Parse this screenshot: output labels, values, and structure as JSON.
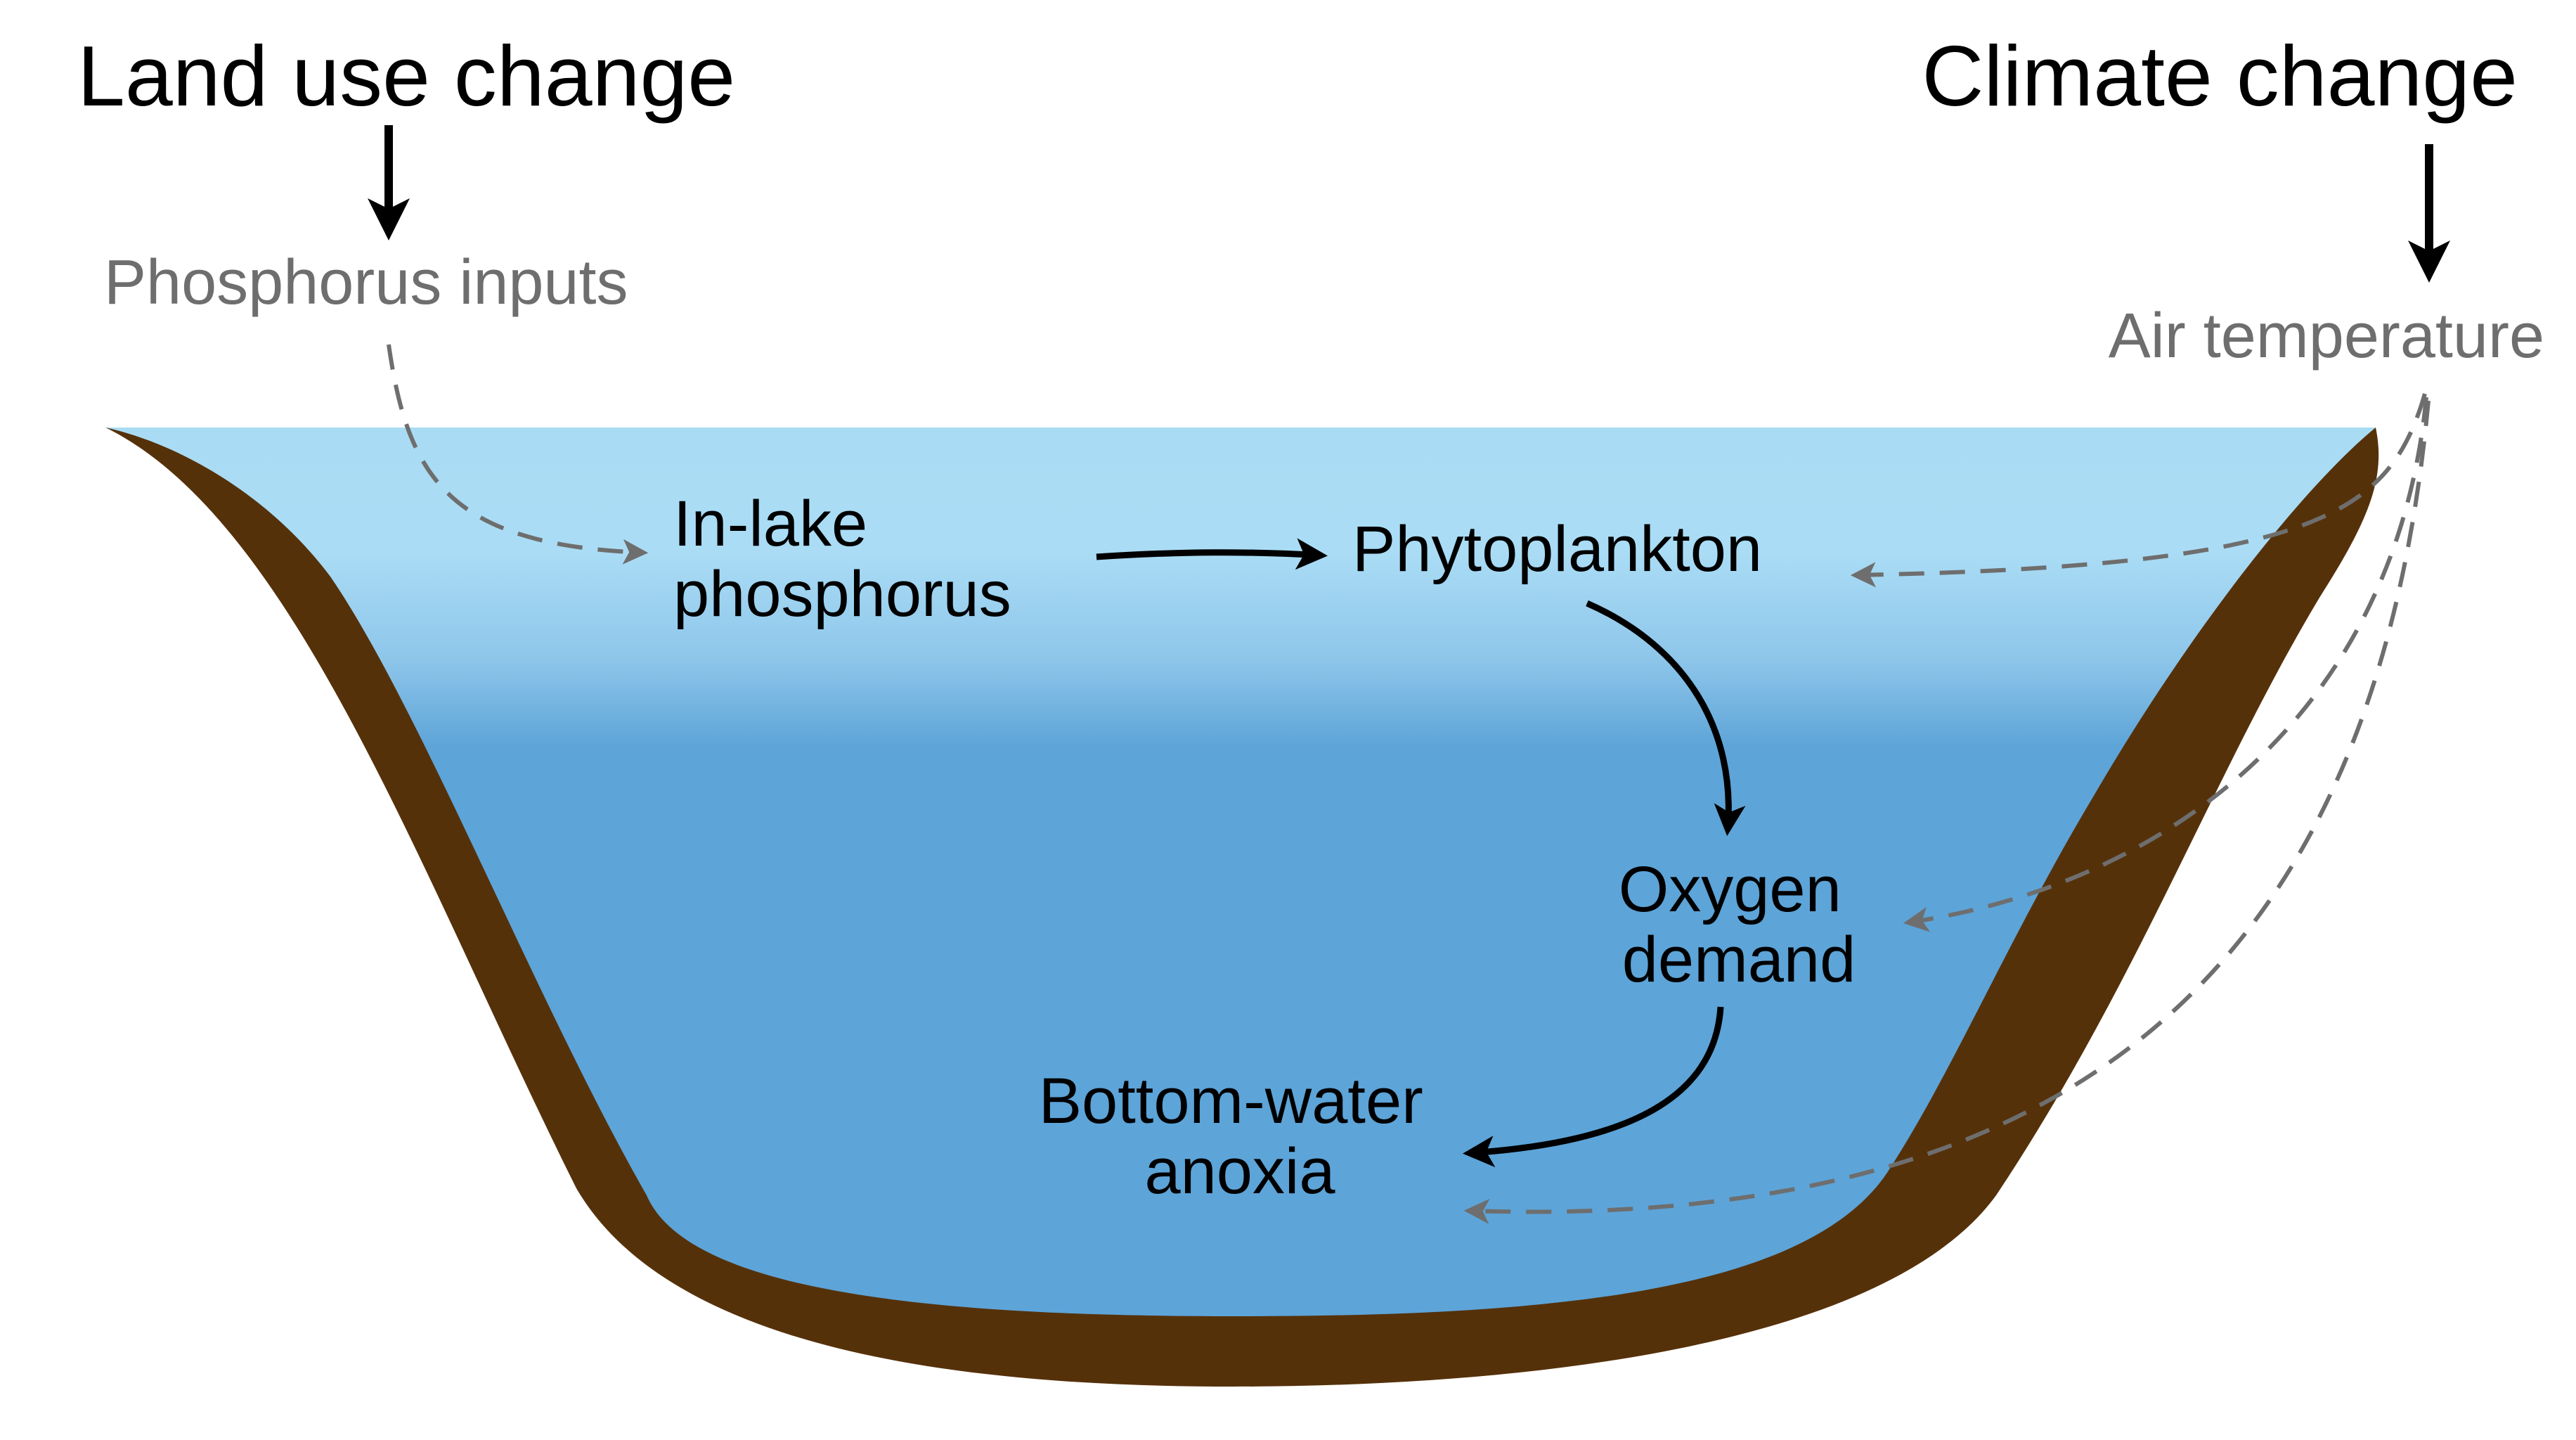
{
  "drivers": {
    "land_use": "Land use change",
    "climate": "Climate change"
  },
  "factors": {
    "phosphorus_inputs": "Phosphorus inputs",
    "air_temperature": "Air temperature"
  },
  "nodes": {
    "in_lake_phosphorus": [
      "In-lake",
      "phosphorus"
    ],
    "phytoplankton": [
      "Phytoplankton"
    ],
    "oxygen_demand": [
      "Oxygen",
      "demand"
    ],
    "bottom_water_anoxia": [
      "Bottom-water",
      "anoxia"
    ]
  },
  "colors": {
    "sediment": "#55310a",
    "water_surface": "#a9dcf4",
    "water_deep": "#5da4d8",
    "driver_arrow": "#000000",
    "influence_arrow": "#6e6e6e"
  }
}
